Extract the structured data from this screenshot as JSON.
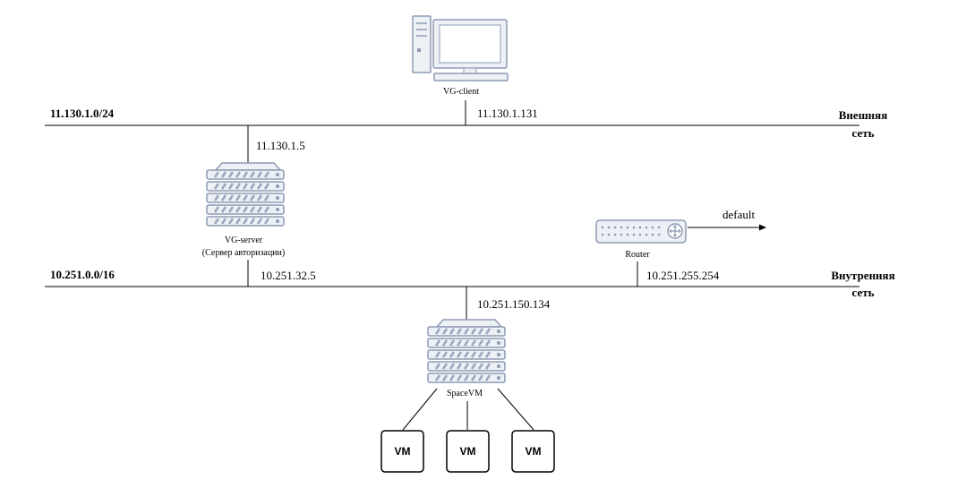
{
  "networks": {
    "external": {
      "subnet": "11.130.1.0/24",
      "label_line1": "Внешняя",
      "label_line2": "сеть"
    },
    "internal": {
      "subnet": "10.251.0.0/16",
      "label_line1": "Внутренняя",
      "label_line2": "сеть"
    }
  },
  "nodes": {
    "client": {
      "label": "VG-client",
      "ip": "11.130.1.131"
    },
    "server": {
      "label_line1": "VG-server",
      "label_line2": "(Сервер авторизации)",
      "ip_external": "11.130.1.5",
      "ip_internal": "10.251.32.5"
    },
    "router": {
      "label": "Router",
      "ip": "10.251.255.254",
      "route_label": "default"
    },
    "spacevm": {
      "label": "SpaceVM",
      "ip": "10.251.150.134"
    },
    "vms": [
      {
        "label": "VM"
      },
      {
        "label": "VM"
      },
      {
        "label": "VM"
      }
    ]
  },
  "colors": {
    "device_fill": "#edf0f5",
    "device_stroke": "#8e9bb4",
    "device_dark": "#9aa6bd",
    "monitor_screen": "#ffffff",
    "line": "#000000"
  }
}
